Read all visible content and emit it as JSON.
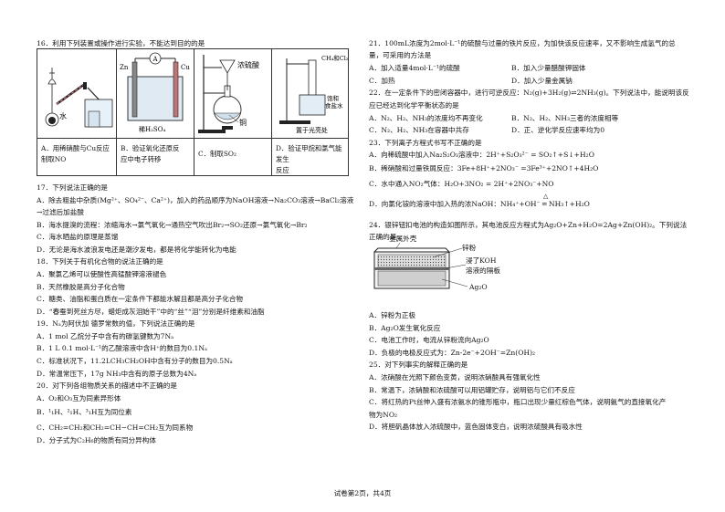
{
  "q16": {
    "stem": "16．利用下列装置或操作进行实验，不能达到目的的是",
    "fig_labels": {
      "water": "水",
      "zn": "Zn",
      "cu": "Cu",
      "ammeter": "A",
      "h2so4": "稀H₂SO₄",
      "conc_h2so4": "浓硫酸",
      "copper": "铜",
      "ch4cl2": "CH₄和Cl₂",
      "saturated_salt": "饱和",
      "saturated_salt2": "食盐水",
      "light": "置于光亮处"
    },
    "options": [
      "A．用稀硝酸与Cu反应",
      "制取NO",
      "B．验证氧化还原反",
      "应中电子转移",
      "C．制取SO₂",
      "D．验证甲烷和氯气能发生",
      "反应"
    ]
  },
  "q17": {
    "stem": "17．下列说法正确的是",
    "lines": [
      "A．除去粗盐中杂质(Mg²⁺、SO₄²⁻、Ca²⁺)，加入的药品顺序为NaOH溶液→Na₂CO₃溶液→BaCl₂溶液",
      "→过滤后加盐酸",
      "B．海水提溴的流程：浓缩海水→氯气氧化→通热空气吹出Br₂→SO₂还原→氯气氧化→Br₂",
      "C．海水晒盐的原理是蒸馏",
      "D．无论是海水波浪发电还是潮汐发电，都是将化学能转化为电能"
    ]
  },
  "q18": {
    "stem": "18．下列关于有机化合物的说法正确的是",
    "lines": [
      "A．聚氯乙烯可以使酸性高锰酸钾溶液褪色",
      "B．天然橡胶是高分子化合物",
      "C．糖类、油脂和蛋白质在一定条件下都能水解且都是高分子化合物",
      "D．“春蚕到死丝方尽，蜡炬成灰泪始干”中的“丝”“泪”分别是纤维素和油脂"
    ]
  },
  "q19": {
    "stem": "19．Nₐ为阿伏加 德罗常数的值，下列说法正确的是",
    "lines": [
      "A．1 mol 乙烷分子中含有的碳氢键数为7Nₐ",
      "B．1 L 0.1 mol·L⁻¹的乙酸溶液中含H⁺的数目为0.1Nₐ",
      "C．标准状况下，11.2LCH₃CH₂OH中含有分子的数目为0.5Nₐ",
      "D．常温常压下，17g NH₃中含有的原子总数为4Nₐ"
    ]
  },
  "q20": {
    "stem": "20．对下列各组物质关系的描述中不正确的是",
    "lines": [
      "A．O₂和O₃互为同素异形体",
      "B．¹₁H、²₁H、³₁H互为同位素",
      "C．CH₂=CH₂和CH₂=CH−CH=CH₂互为同系物",
      "D．分子式为C₂H₆的物质有同分异构体"
    ]
  },
  "q21": {
    "stem": "21．100mL浓度为2mol·L⁻¹的硫酸与过量的铁片反应，为加快该反应速率，又不影响生成氢气的总",
    "stem2": "量，可采用的方法是",
    "lines": [
      "A．加入适量4mol·L⁻¹的硫酸",
      "B．加入少量醋酸钾固体",
      "C．加热",
      "D．加入少量金属钠"
    ]
  },
  "q22": {
    "stem": "22．在一定条件下的密闭容器中，进行可逆反应：N₂(g)+3H₂(g)⇌2NH₃(g)。下列说法中，能说明该反",
    "stem2": "应已经达到化学平衡状态的是",
    "lines": [
      "A．N₂、H₂、NH₃的浓度均不再变化",
      "B．N₂、H₂、NH₃三者的浓度相等",
      "C．N₂、H₂、NH₃在容器中共存",
      "D．正、逆化学反应速率均为0"
    ]
  },
  "q23": {
    "stem": "23．下列离子方程式书写不正确的是",
    "lines": [
      "A．向稀硫酸中加入Na₂S₂O₃溶液中：2H⁺+S₂O₃²⁻ = SO₂↑+S↓+H₂O",
      "B．稀硝酸和过量铁屑反应：3Fe+8H⁺+2NO₃⁻ =3Fe³⁺+2NO↑+4H₂O",
      "C．水中通入NO₂气体：H₂O+3NO₂ = 2H⁺+2NO₃⁻+NO",
      "D．向氯化铵的溶液中加入热的浓NaOH：NH₄⁺+OH⁻ ═ NH₃↑+H₂O",
      "△"
    ]
  },
  "q24": {
    "stem": "24．银锌钮扣电池的构造如图所示，其电池反应方程式为Ag₂O+Zn+H₂O=2Ag+Zn(OH)₂。下列说法",
    "stem2": "正确的是",
    "fig_labels": [
      "金属外壳",
      "锌粉",
      "浸了KOH",
      "溶液的隔板",
      "Ag₂O"
    ],
    "lines": [
      "A．锌粉为正极",
      "B．Ag₂O发生氧化反应",
      "C．电池工作时，电流从锌粉流向Ag₂O",
      "D．负极的电极反应式为：Zn-2e⁻+2OH⁻=Zn(OH)₂"
    ]
  },
  "q25": {
    "stem": "25．对下列事实的解释正确的是",
    "lines": [
      "A．浓硝酸在光照下颜色变黄，说明浓硝酸具有强氧化性",
      "B．常温下，浓硝酸和浓硫酸可以用铝罐贮存，说明铝与它们不反应",
      "C．将红热的Pt丝伸入盛有浓氨水的锥形瓶中，瓶口出现少量红棕色气体，说明氨气的直接氧化产",
      "物为NO₂",
      "D．将胆矾晶体放入浓硫酸中，蓝色固体变白，说明浓硫酸具有吸水性"
    ]
  },
  "footer": "试卷第2页，共4页"
}
